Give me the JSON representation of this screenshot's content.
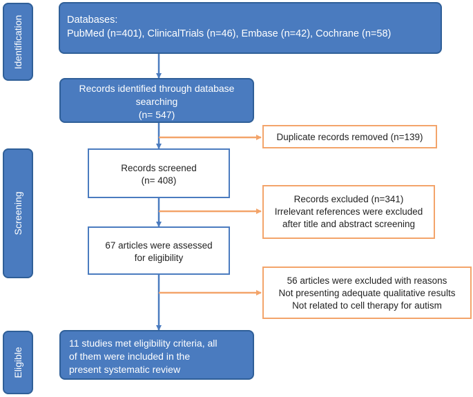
{
  "phases": {
    "identification": "Identification",
    "screening": "Screening",
    "eligible": "Eligible"
  },
  "boxes": {
    "databases": {
      "line1": "Databases:",
      "line2": "PubMed (n=401), ClinicalTrials (n=46), Embase (n=42), Cochrane (n=58)"
    },
    "identified": {
      "line1": "Records identified through database",
      "line2": "searching",
      "line3": "(n= 547)"
    },
    "duplicates": {
      "line1": "Duplicate records removed (n=139)"
    },
    "screened": {
      "line1": "Records screened",
      "line2": "(n= 408)"
    },
    "excluded_screen": {
      "line1": "Records excluded (n=341)",
      "line2": "Irrelevant references were excluded",
      "line3": "after title and abstract screening"
    },
    "assessed": {
      "line1": "67 articles were assessed",
      "line2": "for eligibility"
    },
    "excluded_full": {
      "line1": "56 articles were excluded with reasons",
      "line2": "Not presenting adequate qualitative results",
      "line3": "Not related to cell therapy for autism"
    },
    "included": {
      "line1": "11 studies met eligibility criteria, all",
      "line2": "of them were included in the",
      "line3": "present systematic review"
    }
  },
  "colors": {
    "phase_fill": "#4a7bbf",
    "main_arrow": "#4a7bbf",
    "exclusion_arrow": "#f3a46a"
  }
}
